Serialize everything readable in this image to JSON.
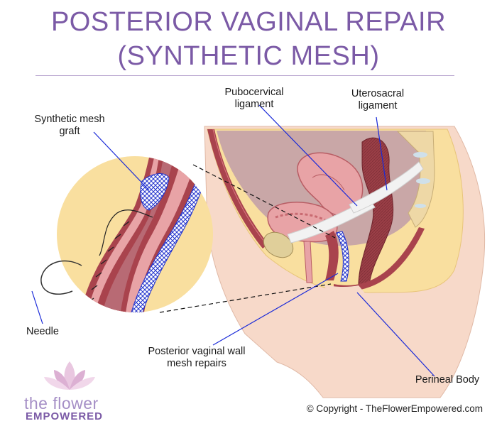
{
  "title": {
    "line1": "POSTERIOR VAGINAL REPAIR",
    "line2": "(SYNTHETIC MESH)"
  },
  "labels": {
    "pubocervical": "Pubocervical ligament",
    "uterosacral": "Uterosacral ligament",
    "mesh_graft": "Synthetic mesh graft",
    "needle": "Needle",
    "posterior_wall": "Posterior vaginal wall mesh repairs",
    "perineal_body": "Perineal Body"
  },
  "brand": {
    "name_line1": "the flower",
    "name_line2": "EMPOWERED"
  },
  "copyright": "© Copyright - TheFlowerEmpowered.com",
  "colors": {
    "title": "#7b5aa6",
    "skin": "#f7d9c9",
    "fat": "#f9df9f",
    "tissue_pink": "#e8a3a6",
    "tissue_dark": "#a9434d",
    "rectum": "#9b3f47",
    "mesh": "#2233cc",
    "pointer": "#1a2ad8",
    "ligament": "#f2f2f2"
  }
}
